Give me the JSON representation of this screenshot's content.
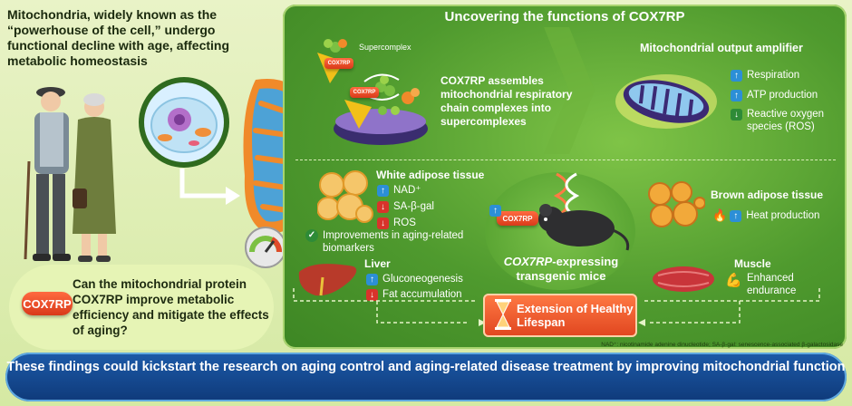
{
  "intro_text": "Mitochondria, widely known as the “powerhouse of the cell,” undergo functional decline with age, affecting metabolic homeostasis",
  "question": {
    "badge": "COX7RP",
    "text": "Can the mitochondrial protein COX7RP improve metabolic efficiency and mitigate the effects of aging?"
  },
  "panel": {
    "title": "Uncovering the functions of COX7RP",
    "supercomplex_label": "Supercomplex",
    "cox7rp_small": "COX7RP",
    "assembly_text": "COX7RP assembles mitochondrial respiratory chain complexes into supercomplexes",
    "amplifier_title": "Mitochondrial output amplifier",
    "amplifier_items": [
      {
        "dir": "up",
        "label": "Respiration"
      },
      {
        "dir": "up",
        "label": "ATP production"
      },
      {
        "dir": "down",
        "label": "Reactive oxygen species (ROS)"
      }
    ]
  },
  "white_adipose": {
    "title": "White adipose tissue",
    "items": [
      {
        "dir": "up",
        "label": "NAD⁺"
      },
      {
        "dir": "down",
        "label": "SA-β-gal"
      },
      {
        "dir": "down",
        "label": "ROS"
      }
    ],
    "improvement": "Improvements in aging-related biomarkers"
  },
  "liver": {
    "title": "Liver",
    "items": [
      {
        "dir": "up",
        "label": "Gluconeogenesis"
      },
      {
        "dir": "down",
        "label": "Fat accumulation"
      }
    ]
  },
  "mice": {
    "badge": "COX7RP",
    "title_em": "COX7RP",
    "title_rest": "-expressing transgenic mice"
  },
  "brown_adipose": {
    "title": "Brown adipose tissue",
    "item": "Heat production"
  },
  "muscle": {
    "title": "Muscle",
    "item": "Enhanced endurance"
  },
  "lifespan": "Extension of Healthy Lifespan",
  "footnote": "NAD⁺: nicotinamide adenine dinucleotide; SA-β-gal: senescence-associated β-galactosidase",
  "conclusion": "These findings could kickstart the research on aging control and aging-related disease treatment by improving mitochondrial function",
  "colors": {
    "panel_green": "#4f9a2e",
    "accent_orange": "#e0451f",
    "banner_blue": "#0f3a7a",
    "up_blue": "#2c8fd6",
    "down_red": "#d8332b"
  },
  "icons": [
    "elderly-couple-illustration",
    "cell-icon",
    "mitochondrion-cross-section",
    "gauge-icon",
    "supercomplex-illustration",
    "mitochondrion-glow-icon",
    "fat-cells-icon",
    "liver-icon",
    "mouse-icon",
    "dna-icon",
    "brown-fat-icon",
    "flame-icon",
    "muscle-icon",
    "flexed-arm-icon",
    "hourglass-icon",
    "check-icon"
  ]
}
